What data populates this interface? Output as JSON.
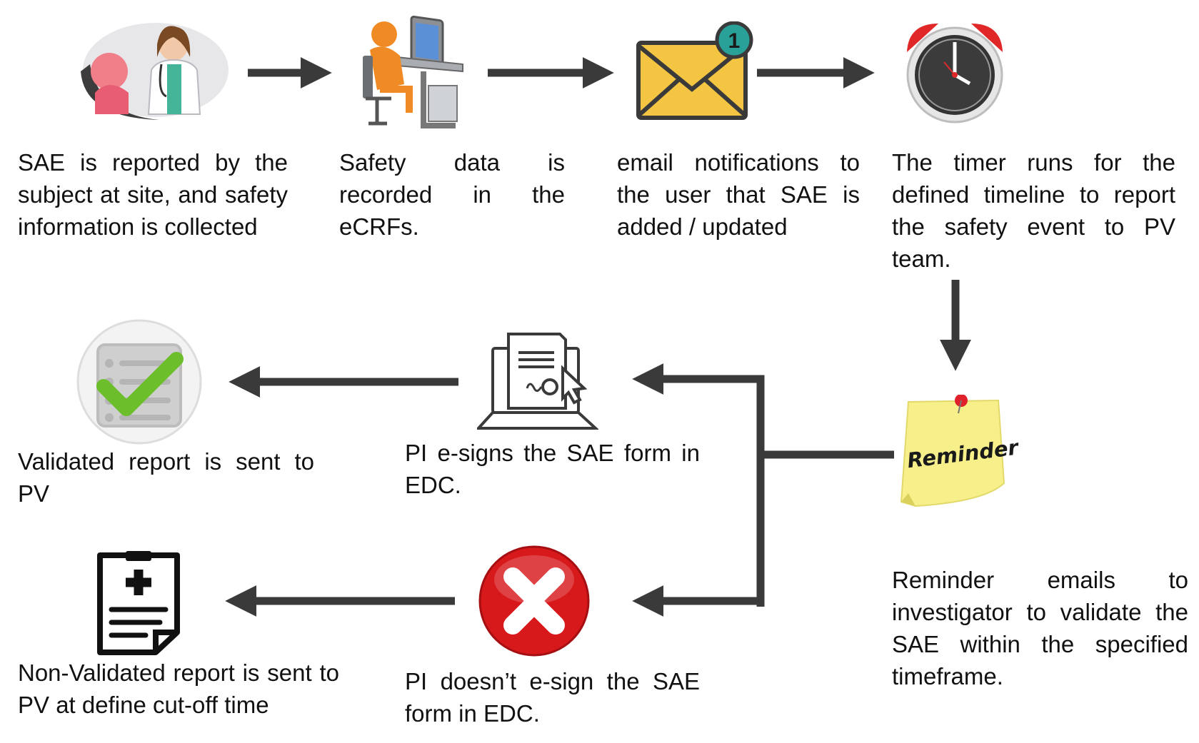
{
  "steps": {
    "sae_reported": "SAE is reported by the subject at site, and safety information is collected",
    "safety_recorded": "Safety data is recorded in the eCRFs.",
    "email_notify": "email notifications to the user that SAE is added / updated",
    "timer_runs": "The timer runs for the defined timeline to report the safety event to PV team.",
    "reminder_emails": "Reminder emails to investigator to validate the SAE within the specified timeframe.",
    "pi_esigns": "PI e-signs the SAE form in EDC.",
    "pi_not_esign": "PI doesn’t e-sign the SAE form in EDC.",
    "validated_sent": "Validated report is sent to PV",
    "nonvalidated_sent": "Non-Validated report is sent to PV at define cut-off time"
  },
  "icons": {
    "doctor": "doctor-patient-icon",
    "computer": "person-at-computer-icon",
    "email": "envelope-notification-icon",
    "email_badge": "1",
    "clock": "alarm-clock-icon",
    "reminder_note": "sticky-note-icon",
    "reminder_label": "Reminder",
    "esign": "laptop-esign-icon",
    "validated": "checklist-check-icon",
    "rejected": "red-x-icon",
    "medical_report": "medical-report-icon"
  },
  "colors": {
    "arrow": "#3a3a3a",
    "email_yellow": "#f4c542",
    "badge_teal": "#2aa198",
    "check_green": "#6cbf2a",
    "x_red": "#d8191c",
    "note_yellow": "#f7f08a"
  }
}
